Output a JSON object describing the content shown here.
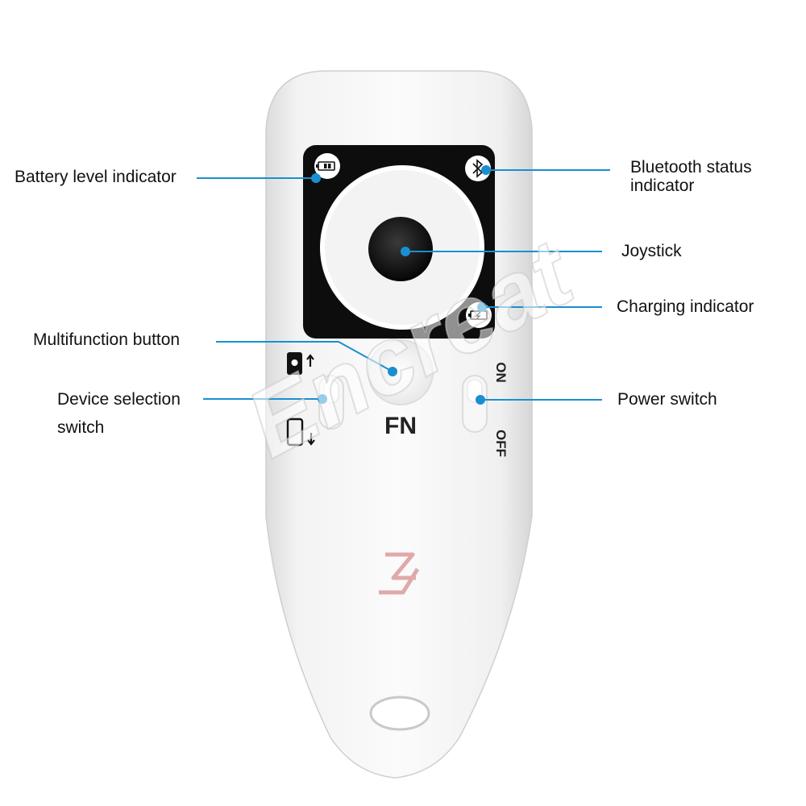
{
  "callouts": {
    "battery": "Battery level indicator",
    "bluetooth_line1": "Bluetooth status",
    "bluetooth_line2": "indicator",
    "joystick": "Joystick",
    "charging": "Charging indicator",
    "multifunction": "Multifunction button",
    "device_line1": "Device selection",
    "device_line2": "switch",
    "power": "Power switch"
  },
  "device_labels": {
    "fn": "FN",
    "on": "ON",
    "off": "OFF"
  },
  "watermark": "Encreat",
  "colors": {
    "leader_line": "#1a8fd0",
    "body": "#f4f4f4",
    "panel": "#0d0d0d",
    "logo": "#e0a9a9"
  },
  "icons": [
    "battery-icon",
    "bluetooth-icon",
    "charging-icon",
    "phone-camera-icon",
    "phone-icon",
    "brand-logo-icon"
  ]
}
